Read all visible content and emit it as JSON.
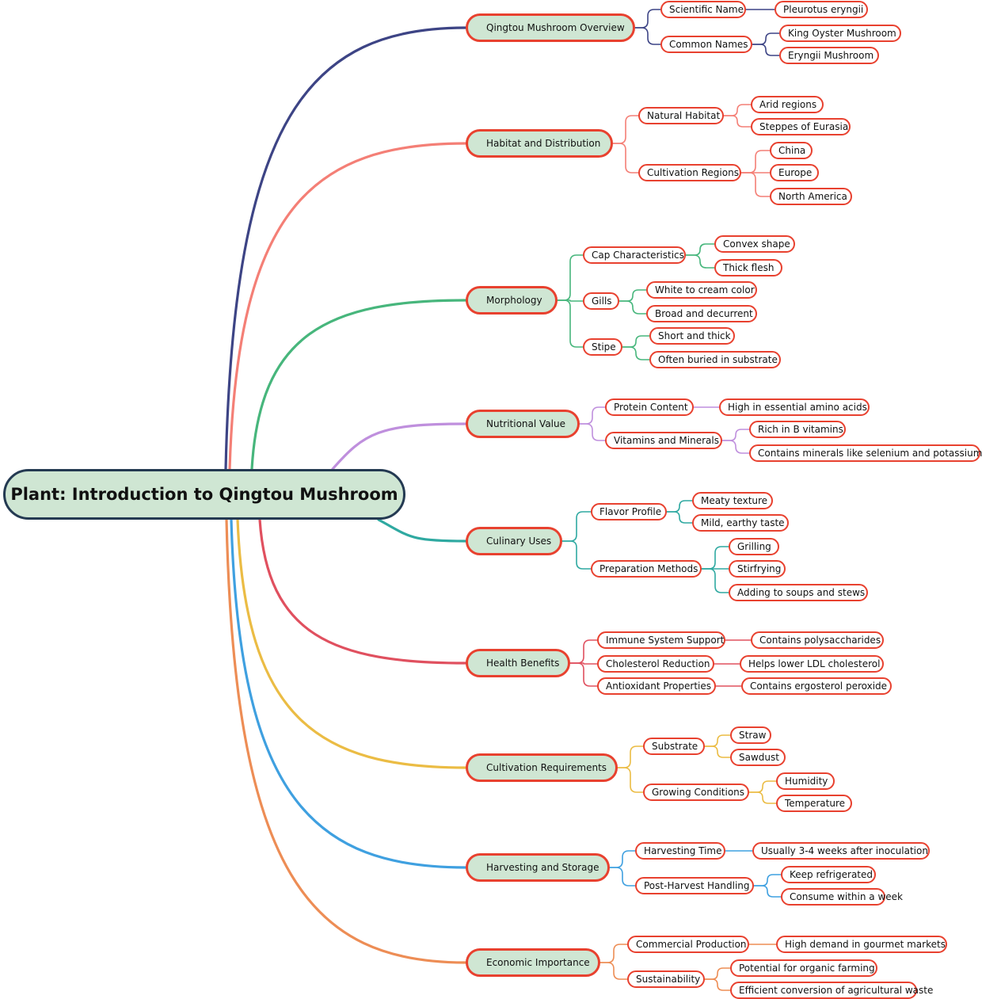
{
  "root": {
    "label": "Plant: Introduction to Qingtou Mushroom"
  },
  "branches": [
    {
      "label": "Qingtou Mushroom Overview",
      "color": "#3d4485",
      "children": [
        {
          "label": "Scientific Name",
          "children": [
            {
              "label": "Pleurotus eryngii"
            }
          ]
        },
        {
          "label": "Common Names",
          "children": [
            {
              "label": "King Oyster Mushroom"
            },
            {
              "label": "Eryngii Mushroom"
            }
          ]
        }
      ]
    },
    {
      "label": "Habitat and Distribution",
      "color": "#f47f76",
      "children": [
        {
          "label": "Natural Habitat",
          "children": [
            {
              "label": "Arid regions"
            },
            {
              "label": "Steppes of Eurasia"
            }
          ]
        },
        {
          "label": "Cultivation Regions",
          "children": [
            {
              "label": "China"
            },
            {
              "label": "Europe"
            },
            {
              "label": "North America"
            }
          ]
        }
      ]
    },
    {
      "label": "Morphology",
      "color": "#47b67c",
      "children": [
        {
          "label": "Cap Characteristics",
          "children": [
            {
              "label": "Convex shape"
            },
            {
              "label": "Thick flesh"
            }
          ]
        },
        {
          "label": "Gills",
          "children": [
            {
              "label": "White to cream color"
            },
            {
              "label": "Broad and decurrent"
            }
          ]
        },
        {
          "label": "Stipe",
          "children": [
            {
              "label": "Short and thick"
            },
            {
              "label": "Often buried in substrate"
            }
          ]
        }
      ]
    },
    {
      "label": "Nutritional Value",
      "color": "#bf8fdd",
      "children": [
        {
          "label": "Protein Content",
          "children": [
            {
              "label": "High in essential amino acids"
            }
          ]
        },
        {
          "label": "Vitamins and Minerals",
          "children": [
            {
              "label": "Rich in B vitamins"
            },
            {
              "label": "Contains minerals like selenium and potassium"
            }
          ]
        }
      ]
    },
    {
      "label": "Culinary Uses",
      "color": "#2fa9a1",
      "children": [
        {
          "label": "Flavor Profile",
          "children": [
            {
              "label": "Meaty texture"
            },
            {
              "label": "Mild, earthy taste"
            }
          ]
        },
        {
          "label": "Preparation Methods",
          "children": [
            {
              "label": "Grilling"
            },
            {
              "label": "Stirfrying"
            },
            {
              "label": "Adding to soups and stews"
            }
          ]
        }
      ]
    },
    {
      "label": "Health Benefits",
      "color": "#e0505f",
      "children": [
        {
          "label": "Immune System Support",
          "children": [
            {
              "label": "Contains polysaccharides"
            }
          ]
        },
        {
          "label": "Cholesterol Reduction",
          "children": [
            {
              "label": "Helps lower LDL cholesterol"
            }
          ]
        },
        {
          "label": "Antioxidant Properties",
          "children": [
            {
              "label": "Contains ergosterol peroxide"
            }
          ]
        }
      ]
    },
    {
      "label": "Cultivation Requirements",
      "color": "#ebbc44",
      "children": [
        {
          "label": "Substrate",
          "children": [
            {
              "label": "Straw"
            },
            {
              "label": "Sawdust"
            }
          ]
        },
        {
          "label": "Growing Conditions",
          "children": [
            {
              "label": "Humidity"
            },
            {
              "label": "Temperature"
            }
          ]
        }
      ]
    },
    {
      "label": "Harvesting and Storage",
      "color": "#3fa0e0",
      "children": [
        {
          "label": "Harvesting Time",
          "children": [
            {
              "label": "Usually 3-4 weeks after inoculation"
            }
          ]
        },
        {
          "label": "Post-Harvest Handling",
          "children": [
            {
              "label": "Keep refrigerated"
            },
            {
              "label": "Consume within a week"
            }
          ]
        }
      ]
    },
    {
      "label": "Economic Importance",
      "color": "#ed8d55",
      "children": [
        {
          "label": "Commercial Production",
          "children": [
            {
              "label": "High demand in gourmet markets"
            }
          ]
        },
        {
          "label": "Sustainability",
          "children": [
            {
              "label": "Potential for organic farming"
            },
            {
              "label": "Efficient conversion of agricultural waste"
            }
          ]
        }
      ]
    }
  ]
}
